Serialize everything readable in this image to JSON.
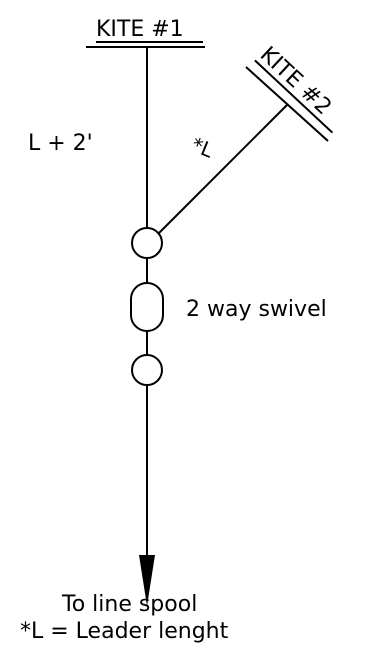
{
  "diagram": {
    "kite1_label": "KITE #1",
    "kite2_label": "KITE #2",
    "kite1_line_label": "L + 2'",
    "kite2_line_label": "*L",
    "swivel_label": "2 way swivel",
    "destination_label": "To line spool",
    "footnote": "*L = Leader lenght"
  },
  "colors": {
    "ink": "#000000",
    "background": "#ffffff"
  }
}
